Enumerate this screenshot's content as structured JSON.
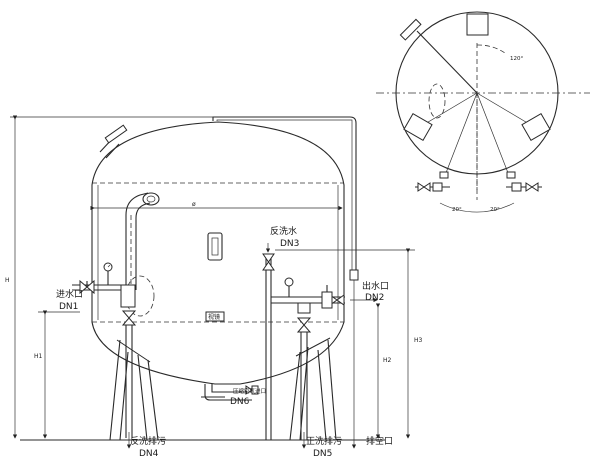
{
  "labels": {
    "backwash_in": "反洗水",
    "dn3": "DN3",
    "inlet": "进水口",
    "dn1": "DN1",
    "outlet": "出水口",
    "dn2": "DN2",
    "sight_glass": "视镜",
    "air_inlet": "压缩空气进口",
    "dn6": "DN6",
    "backwash_drain": "反洗排污",
    "dn4": "DN4",
    "forward_drain": "正洗排污",
    "dn5": "DN5",
    "vent": "排空口"
  },
  "dimensions": {
    "h": "H",
    "h1": "H1",
    "h2": "H2",
    "h3": "H3",
    "phi": "ø"
  },
  "angles": {
    "top": "120°",
    "bottom_left": "20°",
    "bottom_right": "20°"
  }
}
